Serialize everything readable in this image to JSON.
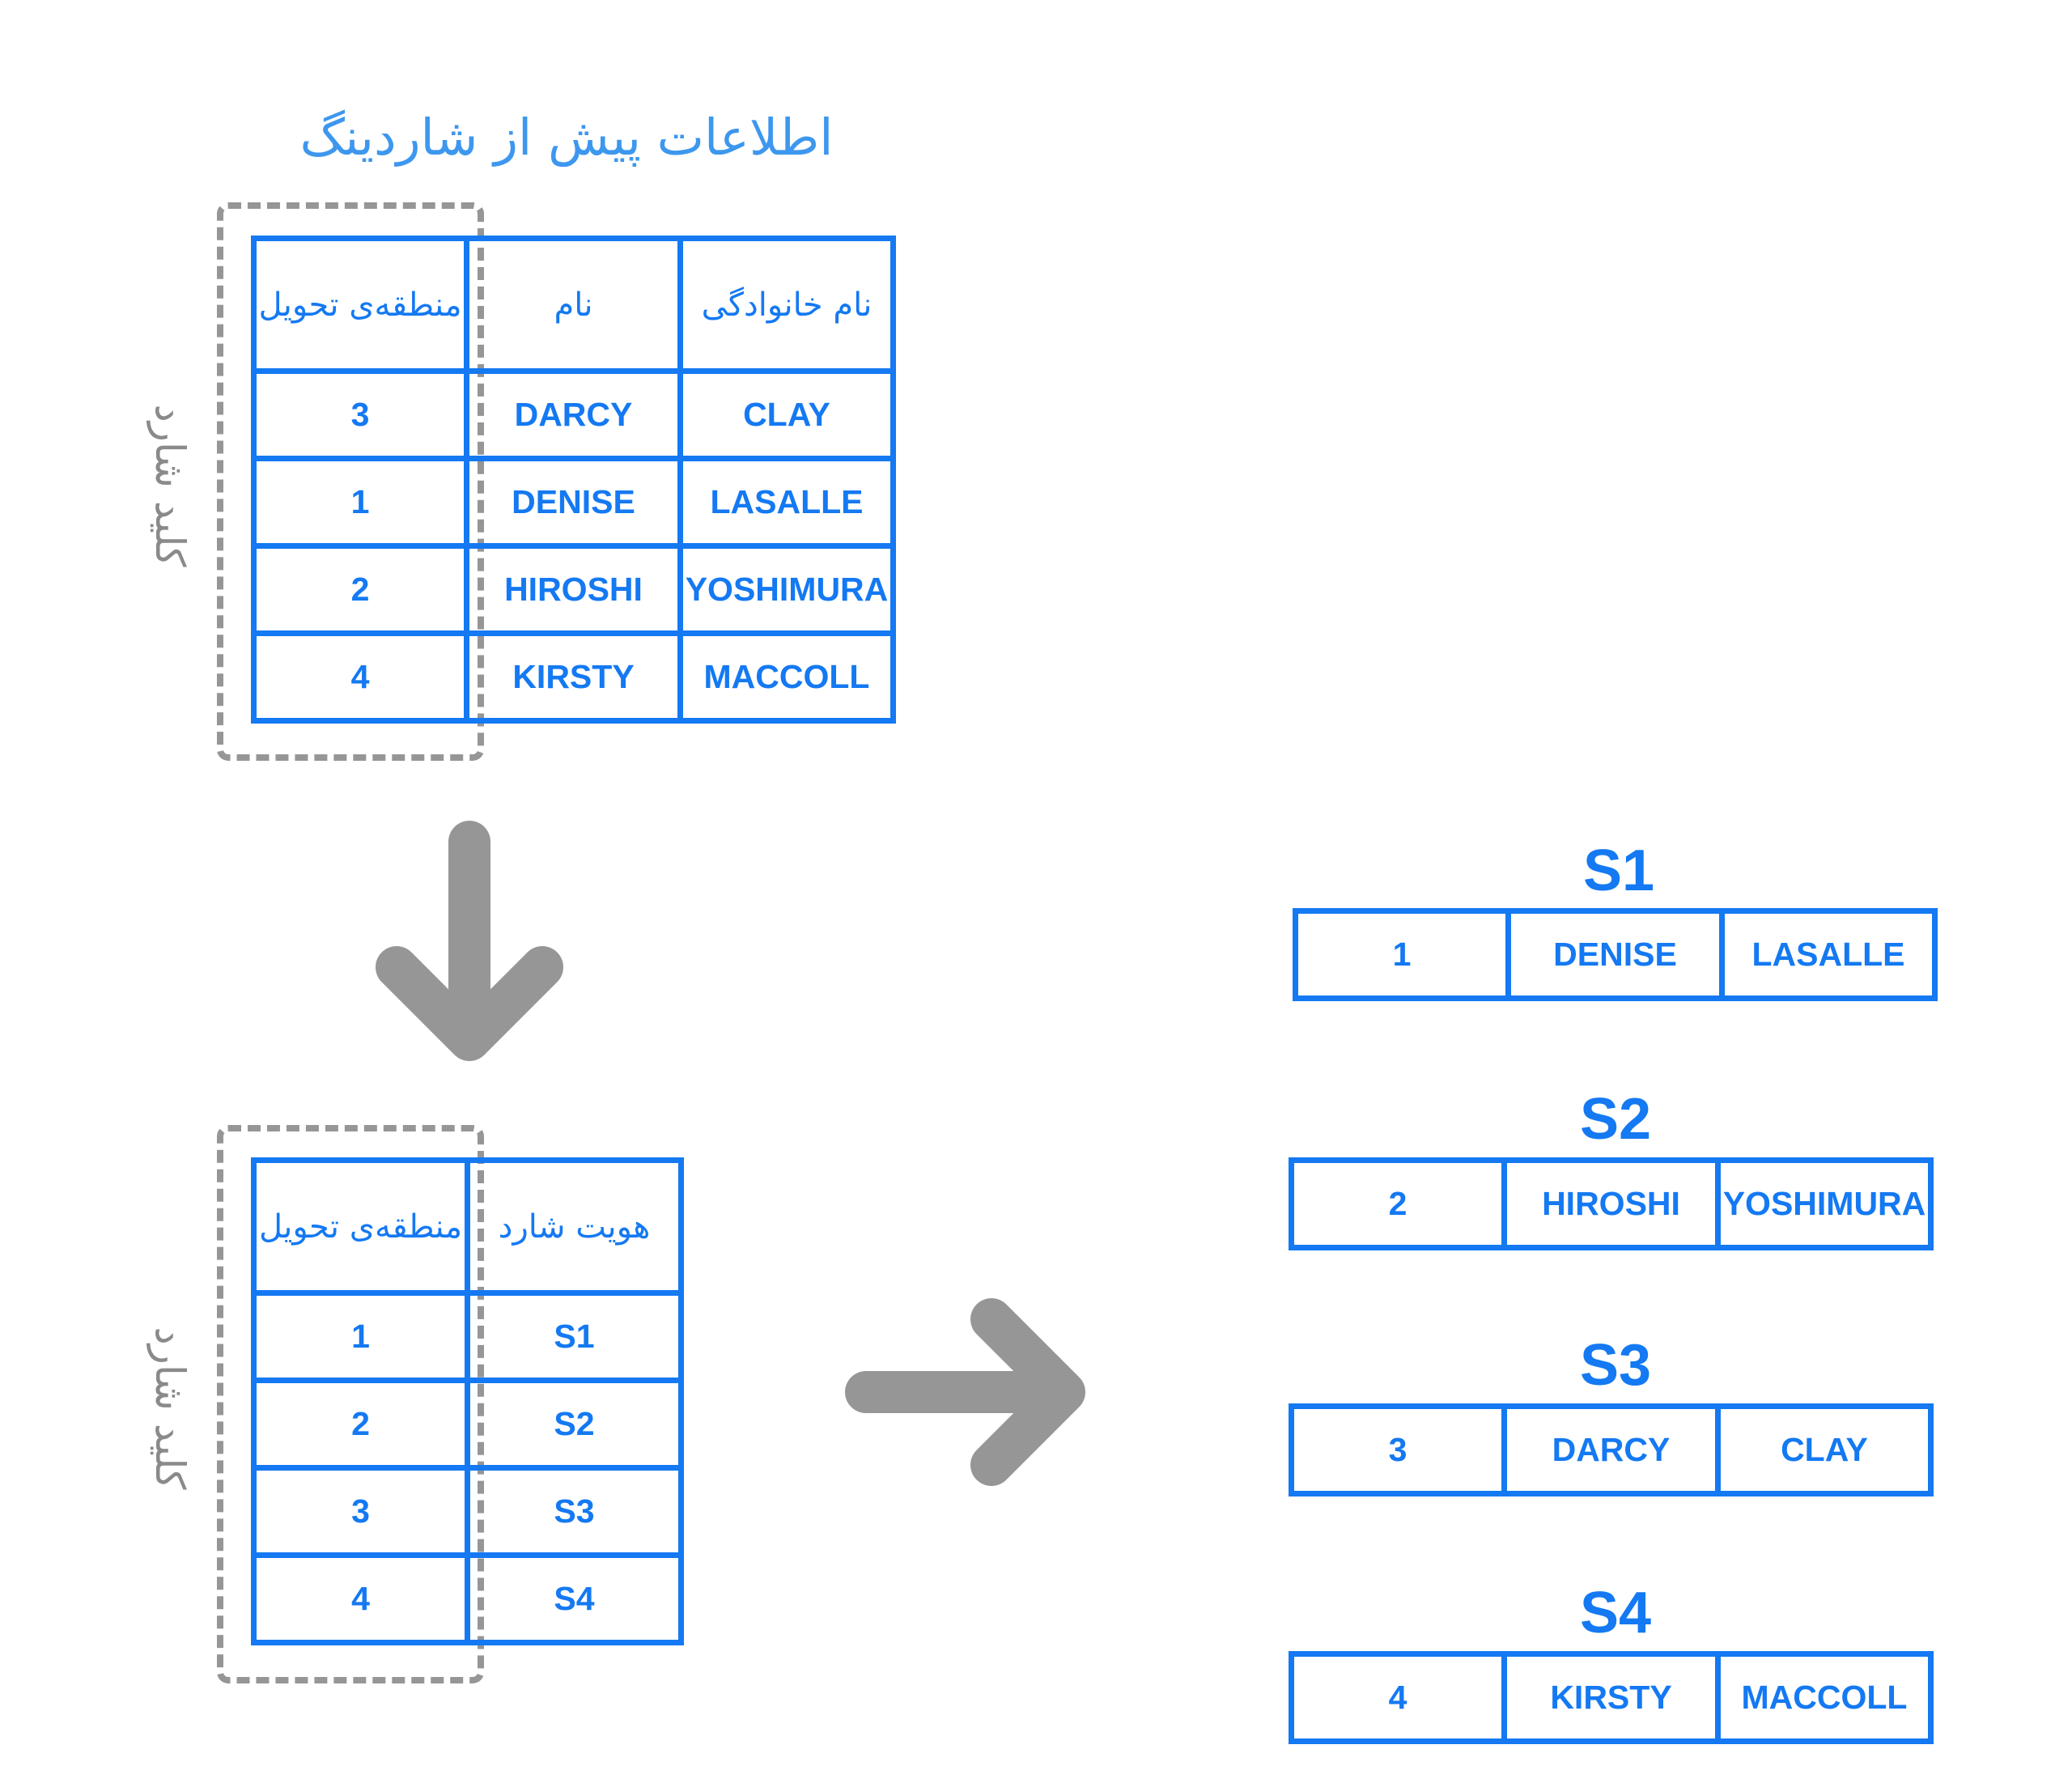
{
  "title": "اطلاعات پیش از شاردینگ",
  "shard_key_label": "کلید شارد",
  "before_table": {
    "headers": [
      "منطقه‌ی تحویل",
      "نام",
      "نام خانوادگی"
    ],
    "rows": [
      [
        "3",
        "DARCY",
        "CLAY"
      ],
      [
        "1",
        "DENISE",
        "LASALLE"
      ],
      [
        "2",
        "HIROSHI",
        "YOSHIMURA"
      ],
      [
        "4",
        "KIRSTY",
        "MACCOLL"
      ]
    ]
  },
  "lookup_table": {
    "headers": [
      "منطقه‌ی تحویل",
      "هویت شارد"
    ],
    "rows": [
      [
        "1",
        "S1"
      ],
      [
        "2",
        "S2"
      ],
      [
        "3",
        "S3"
      ],
      [
        "4",
        "S4"
      ]
    ]
  },
  "shards": [
    {
      "name": "S1",
      "row": [
        "1",
        "DENISE",
        "LASALLE"
      ]
    },
    {
      "name": "S2",
      "row": [
        "2",
        "HIROSHI",
        "YOSHIMURA"
      ]
    },
    {
      "name": "S3",
      "row": [
        "3",
        "DARCY",
        "CLAY"
      ]
    },
    {
      "name": "S4",
      "row": [
        "4",
        "KIRSTY",
        "MACCOLL"
      ]
    }
  ],
  "colors": {
    "accent": "#1479f2",
    "title": "#3d97ee",
    "arrow": "#969696",
    "dash": "#969696"
  },
  "icons": [
    "arrow-down-icon",
    "arrow-right-icon"
  ]
}
